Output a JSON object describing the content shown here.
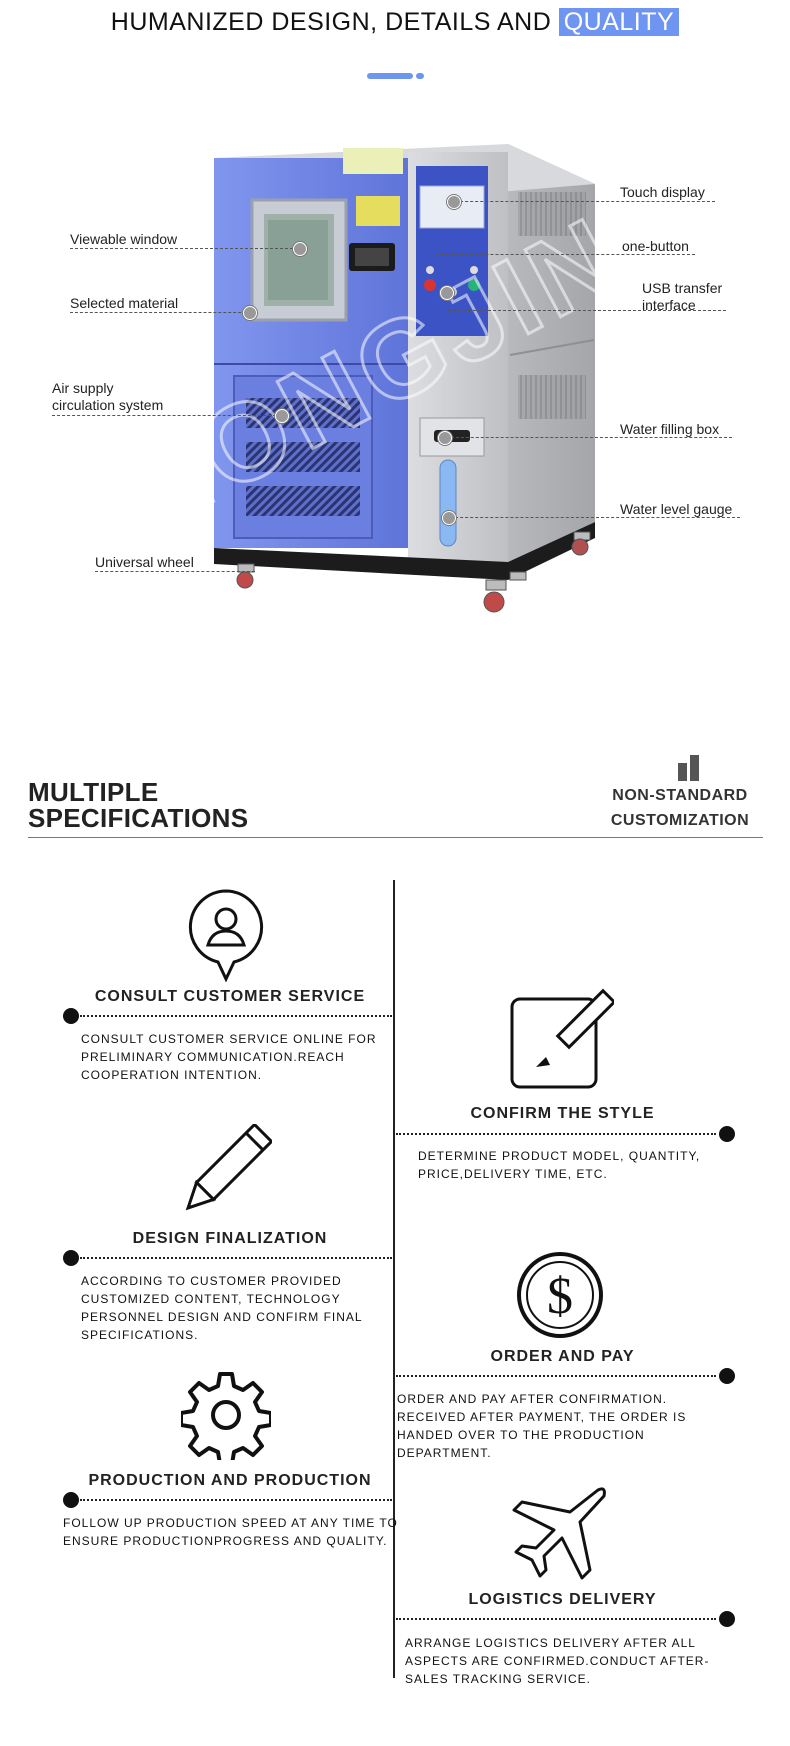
{
  "header": {
    "title_part1": "HUMANIZED DESIGN, DETAILS AND ",
    "title_highlight": "QUALITY"
  },
  "product": {
    "watermark": "HONGJIN",
    "callouts_left": [
      {
        "label": "Viewable window"
      },
      {
        "label": "Selected material"
      },
      {
        "label": "Air supply\ncirculation system"
      },
      {
        "label": "Universal wheel"
      }
    ],
    "callouts_right": [
      {
        "label": "Touch display"
      },
      {
        "label": "one-button"
      },
      {
        "label": "USB transfer\ninterface"
      },
      {
        "label": "Water filling box"
      },
      {
        "label": "Water level gauge"
      }
    ]
  },
  "specs": {
    "title_line1": "MULTIPLE",
    "title_line2": "SPECIFICATIONS",
    "right_line1": "NON-STANDARD",
    "right_line2": "CUSTOMIZATION"
  },
  "steps": [
    {
      "title": "CONSULT CUSTOMER SERVICE",
      "desc": "CONSULT CUSTOMER SERVICE ONLINE FOR PRELIMINARY COMMUNICATION.REACH COOPERATION INTENTION.",
      "icon": "customer-service-icon"
    },
    {
      "title": "CONFIRM THE STYLE",
      "desc": "DETERMINE PRODUCT MODEL, QUANTITY, PRICE,DELIVERY TIME, ETC.",
      "icon": "edit-icon"
    },
    {
      "title": "DESIGN FINALIZATION",
      "desc": "ACCORDING TO CUSTOMER PROVIDED CUSTOMIZED CONTENT, TECHNOLOGY PERSONNEL DESIGN AND CONFIRM FINAL SPECIFICATIONS.",
      "icon": "pencil-icon"
    },
    {
      "title": "ORDER AND PAY",
      "desc": "ORDER AND PAY AFTER CONFIRMATION. RECEIVED AFTER PAYMENT, THE ORDER IS HANDED OVER TO THE PRODUCTION DEPARTMENT.",
      "icon": "dollar-icon"
    },
    {
      "title": "PRODUCTION AND PRODUCTION",
      "desc": "FOLLOW UP PRODUCTION SPEED AT ANY TIME TO ENSURE PRODUCTIONPROGRESS AND QUALITY.",
      "icon": "gear-icon"
    },
    {
      "title": "LOGISTICS DELIVERY",
      "desc": "ARRANGE LOGISTICS DELIVERY AFTER ALL ASPECTS ARE CONFIRMED.CONDUCT AFTER-SALES TRACKING SERVICE.",
      "icon": "airplane-icon"
    }
  ],
  "colors": {
    "accent": "#6f95f3",
    "cabinet_blue": "#6f86e6",
    "cabinet_grey": "#c9cacd"
  }
}
